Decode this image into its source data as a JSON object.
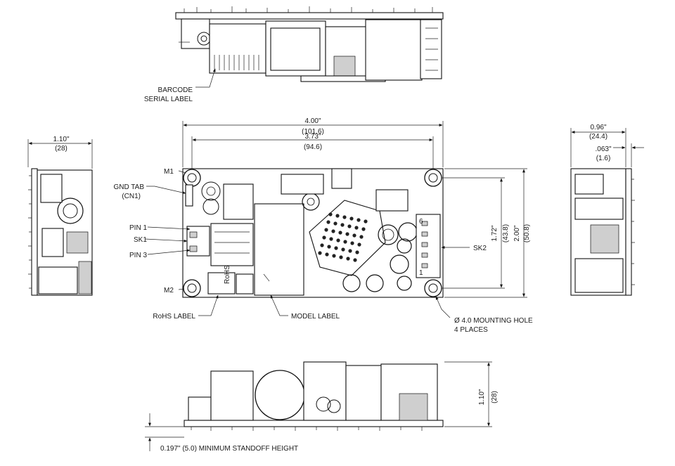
{
  "labels": {
    "barcode": "BARCODE",
    "serial": "SERIAL LABEL",
    "gnd_tab": "GND TAB",
    "cn1": "(CN1)",
    "m1": "M1",
    "m2": "M2",
    "pin1": "PIN 1",
    "sk1": "SK1",
    "pin3": "PIN 3",
    "sk2": "SK2",
    "rohs": "RoHS LABEL",
    "model": "MODEL LABEL",
    "mount_hole": "Ø 4.0 MOUNTING HOLE",
    "places": "4 PLACES",
    "standoff": "0.197\" (5.0) MINIMUM STANDOFF HEIGHT"
  },
  "dimensions": {
    "length_in": "4.00\"",
    "length_mm": "(101.6)",
    "hole_x_in": "3.73\"",
    "hole_x_mm": "(94.6)",
    "width_in": "2.00\"",
    "width_mm": "(50.8)",
    "hole_y_in": "1.72\"",
    "hole_y_mm": "(43.8)",
    "height_left_in": "1.10\"",
    "height_left_mm": "(28)",
    "height_bottom_in": "1.10\"",
    "height_bottom_mm": "(28)",
    "depth_right_in": "0.96\"",
    "depth_right_mm": "(24.4)",
    "pcb_thickness_in": ".063\"",
    "pcb_thickness_mm": "(1.6)"
  },
  "board_marks": {
    "connector_pin_top": "6",
    "connector_pin_bottom": "1",
    "rohs_mark": "RoHS"
  }
}
